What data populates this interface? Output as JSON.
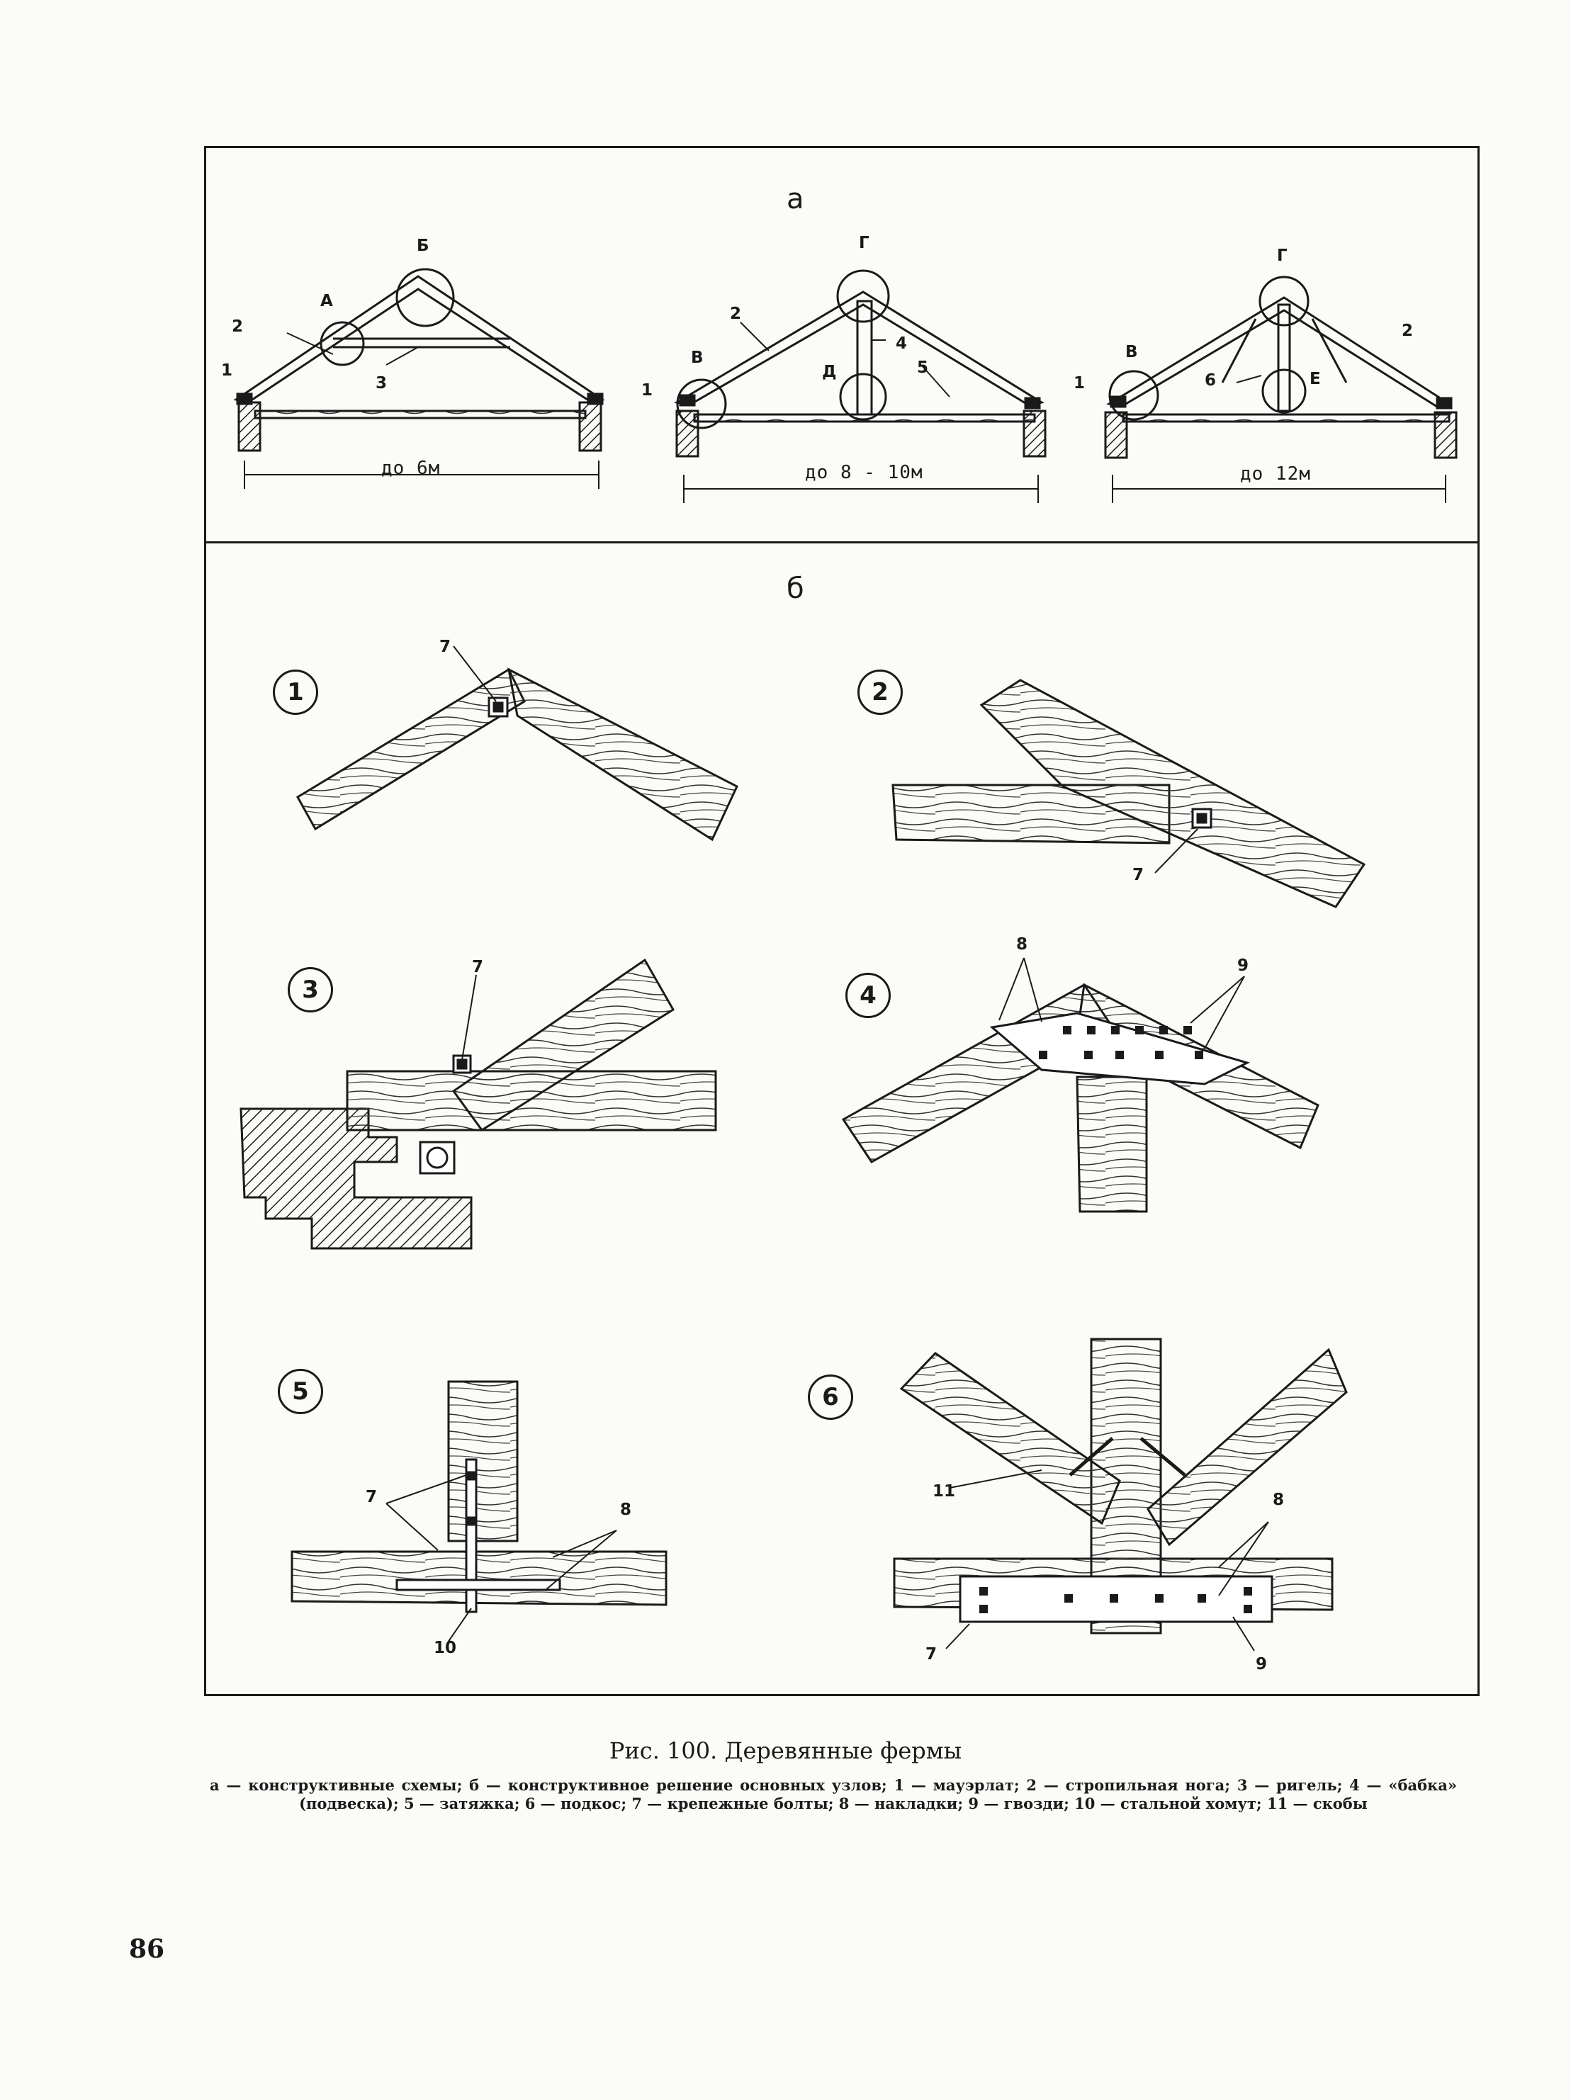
{
  "section_a_label": "а",
  "section_b_label": "б",
  "schemes": {
    "span_1": "до 6м",
    "span_2": "до 8 - 10м",
    "span_3": "до 12м",
    "labels": [
      "А",
      "Б",
      "В",
      "Г",
      "Д",
      "Е",
      "1",
      "2",
      "3",
      "4",
      "5",
      "6"
    ]
  },
  "nodes": [
    {
      "num": "1"
    },
    {
      "num": "2"
    },
    {
      "num": "3"
    },
    {
      "num": "4"
    },
    {
      "num": "5"
    },
    {
      "num": "6"
    }
  ],
  "callouts": {
    "c7": "7",
    "c8": "8",
    "c9": "9",
    "c10": "10",
    "c11": "11"
  },
  "caption": {
    "title": "Рис. 100. Деревянные фермы",
    "legend": "а — конструктивные схемы; б — конструктивное решение основных узлов; 1 — мауэрлат; 2 — стропильная нога; 3 — ригель; 4 — «бабка» (подвеска); 5 — затяжка; 6 — подкос; 7 — крепежные болты; 8 — накладки; 9 — гвозди; 10 — стальной хомут; 11 — скобы"
  },
  "page_number": "86"
}
